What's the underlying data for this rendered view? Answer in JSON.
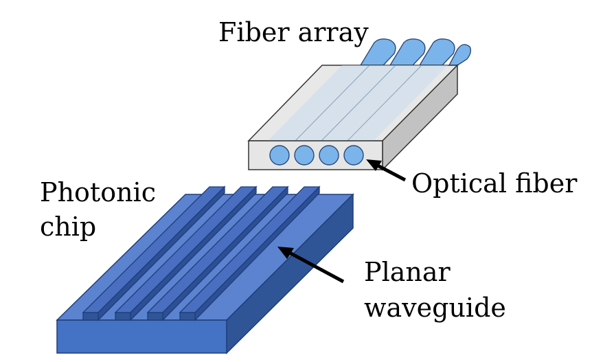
{
  "labels": {
    "fiber_array": "Fiber array",
    "optical_fiber": "Optical fiber",
    "photonic_chip_line1": "Photonic",
    "photonic_chip_line2": "chip",
    "planar_waveguide_line1": "Planar",
    "planar_waveguide_line2": "waveguide"
  },
  "colors": {
    "fiber": "#7bb4ea",
    "fiber_top": "#9ac6f0",
    "block_top": "#e8e8e8",
    "block_front": "#e6e6e6",
    "block_side": "#c2c2c2",
    "chip_top": "#5b83cf",
    "chip_front": "#4472c4",
    "chip_side": "#2f5597",
    "ridge_top": "#4a6fc0",
    "ridge_side": "#2c4f96"
  }
}
